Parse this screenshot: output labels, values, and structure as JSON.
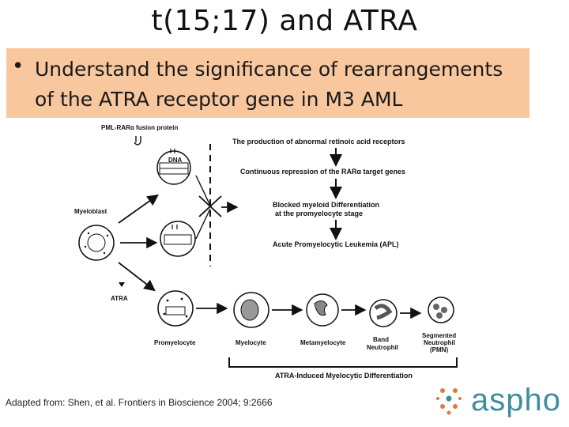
{
  "slide": {
    "title": "t(15;17) and ATRA",
    "bullet": "Understand the significance of rearrangements of the ATRA receptor gene in M3 AML",
    "caption": "Adapted from: Shen, et al. Frontiers in Bioscience 2004; 9:2666",
    "logo_text": "aspho",
    "colors": {
      "banner": "#f9c79e",
      "logo": "#3e8e9e",
      "logo_dots": "#e07a3a"
    }
  },
  "figure": {
    "fusion_label": "PML-RARα fusion protein",
    "dna_label": "DNA",
    "myeloblast_label": "Myeloblast",
    "atra_label": "ATRA",
    "steps": [
      "The production of abnormal retinoic acid receptors",
      "Continuous repression of the RARα target genes",
      "Blocked myeloid Differentiation",
      "at the promyelocyte stage",
      "Acute Promyelocytic Leukemia (APL)"
    ],
    "cells": [
      "Promyelocyte",
      "Myelocyte",
      "Metamyelocyte",
      "Band",
      "Neutrophil",
      "Segmented",
      "Neutrophil",
      "(PMN)"
    ],
    "bracket_label": "ATRA-Induced Myelocytic Differentiation"
  }
}
